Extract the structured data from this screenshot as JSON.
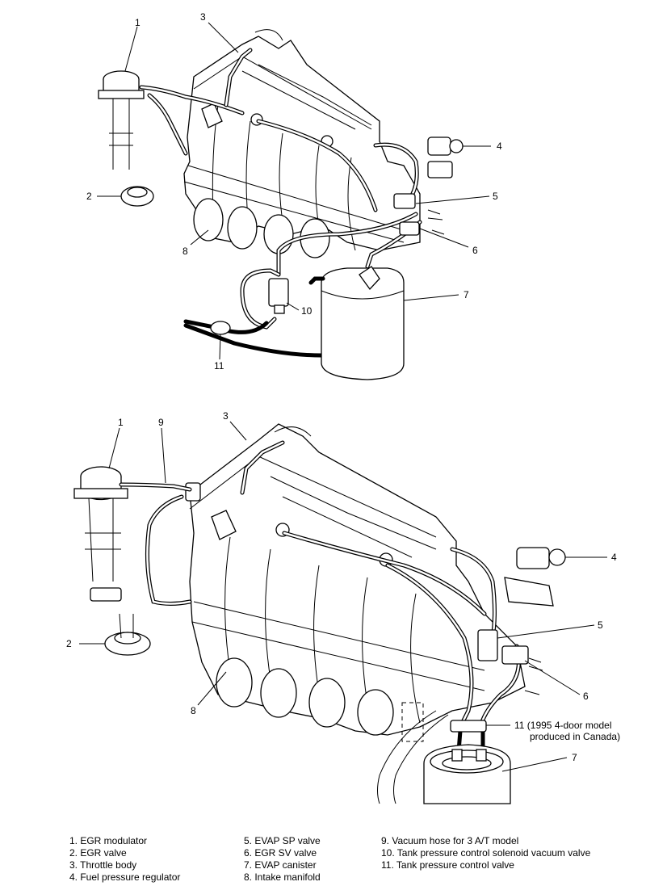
{
  "callouts_top": [
    "1",
    "2",
    "3",
    "4",
    "5",
    "6",
    "7",
    "8",
    "10",
    "11"
  ],
  "callouts_bottom": [
    "1",
    "9",
    "3",
    "4",
    "2",
    "5",
    "6",
    "8",
    "11 (1995 4-door model",
    "produced in Canada)",
    "7"
  ],
  "legend": {
    "col1": [
      "1. EGR modulator",
      "2. EGR valve",
      "3. Throttle body",
      "4. Fuel pressure regulator"
    ],
    "col2": [
      "5. EVAP SP valve",
      "6. EGR SV valve",
      "7. EVAP canister",
      "8. Intake manifold"
    ],
    "col3": [
      "9. Vacuum hose for 3 A/T model",
      "10. Tank pressure control solenoid vacuum valve",
      "11. Tank pressure control valve"
    ]
  }
}
